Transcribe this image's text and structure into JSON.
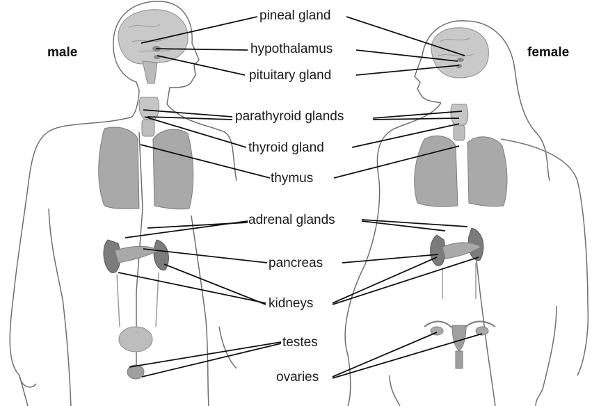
{
  "headings": {
    "male": "male",
    "female": "female"
  },
  "labels": {
    "pineal": "pineal gland",
    "hypothalamus": "hypothalamus",
    "pituitary": "pituitary gland",
    "parathyroid": "parathyroid glands",
    "thyroid": "thyroid gland",
    "thymus": "thymus",
    "adrenal": "adrenal glands",
    "pancreas": "pancreas",
    "kidneys": "kidneys",
    "testes": "testes",
    "ovaries": "ovaries"
  },
  "colors": {
    "outline": "#6e6e6e",
    "organ": "#a9a9a9",
    "organ_dark": "#7c7c7c",
    "leader": "#111111"
  }
}
